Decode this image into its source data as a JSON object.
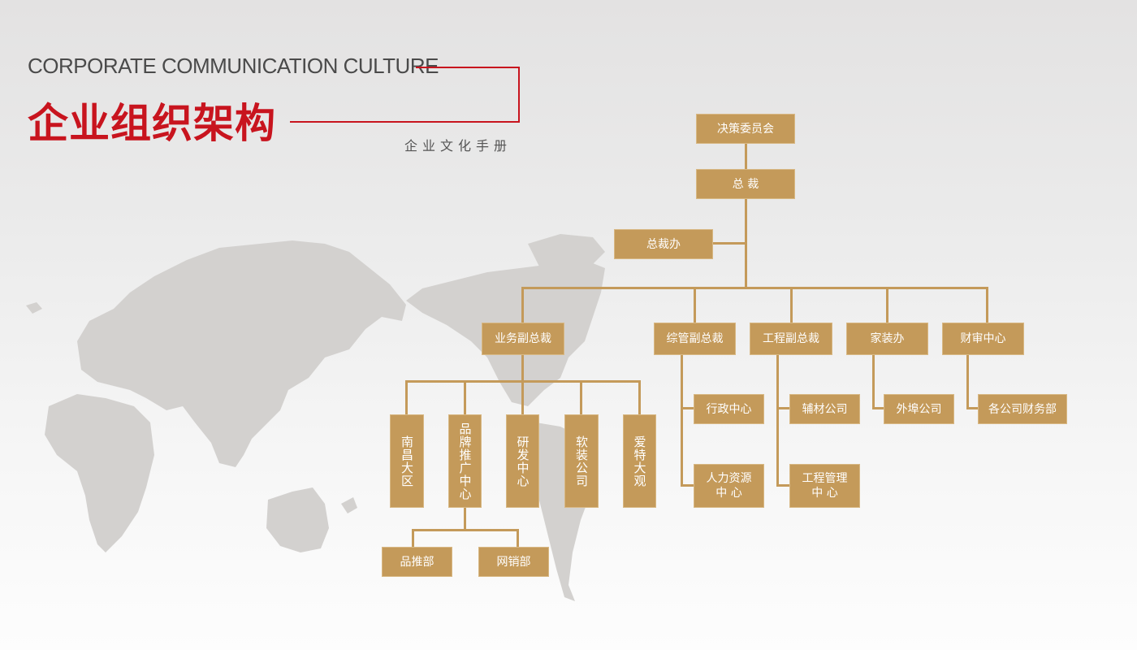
{
  "header": {
    "en_title": "CORPORATE COMMUNICATION CULTURE",
    "cn_title": "企业组织架构",
    "subtitle": "企业文化手册"
  },
  "colors": {
    "accent_red": "#c8141e",
    "node_gold": "#c49a5a",
    "map_gray": "#d3d1cf"
  },
  "org": {
    "board": "决策委员会",
    "ceo": "总 裁",
    "ceo_office": "总裁办",
    "level2": [
      {
        "label": "业务副总裁"
      },
      {
        "label": "综管副总裁"
      },
      {
        "label": "工程副总裁"
      },
      {
        "label": "家装办"
      },
      {
        "label": "财审中心"
      }
    ],
    "business_units": [
      {
        "label": "南昌大区"
      },
      {
        "label": "品牌推广中心"
      },
      {
        "label": "研发中心"
      },
      {
        "label": "软装公司"
      },
      {
        "label": "爱特大观"
      }
    ],
    "brand_subunits": [
      {
        "label": "品推部"
      },
      {
        "label": "网销部"
      }
    ],
    "admin_units": [
      {
        "label": "行政中心"
      },
      {
        "label": "人力资源\n中 心"
      }
    ],
    "engineering_units": [
      {
        "label": "辅材公司"
      },
      {
        "label": "工程管理\n中 心"
      }
    ],
    "home_units": [
      {
        "label": "外埠公司"
      }
    ],
    "finance_units": [
      {
        "label": "各公司财务部"
      }
    ]
  }
}
